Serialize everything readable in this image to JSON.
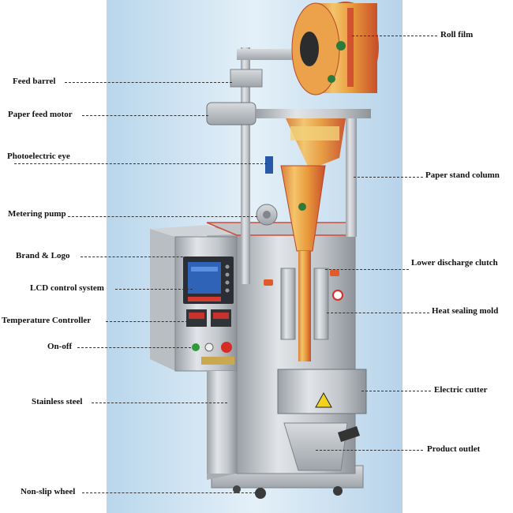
{
  "figure": {
    "callouts": [
      {
        "id": "roll-film",
        "text": "Roll film",
        "side": "right"
      },
      {
        "id": "feed-barrel",
        "text": "Feed barrel",
        "side": "left"
      },
      {
        "id": "paper-feed-motor",
        "text": "Paper feed motor",
        "side": "left"
      },
      {
        "id": "photoelectric-eye",
        "text": "Photoelectric eye",
        "side": "left"
      },
      {
        "id": "paper-stand-column",
        "text": "Paper stand column",
        "side": "right"
      },
      {
        "id": "metering-pump",
        "text": "Metering pump",
        "side": "left"
      },
      {
        "id": "brand-logo",
        "text": "Brand & Logo",
        "side": "left"
      },
      {
        "id": "lower-discharge-clutch",
        "text": "Lower discharge clutch",
        "side": "right"
      },
      {
        "id": "lcd-control-system",
        "text": "LCD control system",
        "side": "left"
      },
      {
        "id": "heat-sealing-mold",
        "text": "Heat sealing mold",
        "side": "right"
      },
      {
        "id": "temperature-controller",
        "text": "Temperature Controller",
        "side": "left"
      },
      {
        "id": "on-off",
        "text": "On-off",
        "side": "left"
      },
      {
        "id": "electric-cutter",
        "text": "Electric cutter",
        "side": "right"
      },
      {
        "id": "stainless-steel",
        "text": "Stainless steel",
        "side": "left"
      },
      {
        "id": "product-outlet",
        "text": "Product outlet",
        "side": "right"
      },
      {
        "id": "non-slip-wheel",
        "text": "Non-slip wheel",
        "side": "left"
      }
    ],
    "colors": {
      "background_panel": "#cfe3f2",
      "steel_light": "#d6d9dc",
      "steel_dark": "#8a9096",
      "film_orange": "#e8a23c",
      "film_red": "#c8322a",
      "lcd_blue": "#2f63b8",
      "leader_line": "#333333"
    }
  }
}
